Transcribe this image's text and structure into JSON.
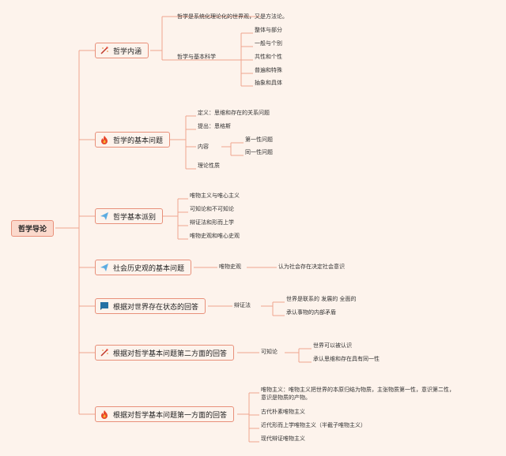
{
  "root": {
    "label": "哲学导论"
  },
  "branches": [
    {
      "label": "哲学内涵",
      "icon": "sparkle-icon",
      "items": [
        "哲学是系统化理论化的世界观，又是方法论。",
        "哲学与基本科学",
        "整体与部分",
        "一般与个别",
        "共性和个性",
        "普遍和特殊",
        "抽象和具体"
      ]
    },
    {
      "label": "哲学的基本问题",
      "icon": "fire-icon",
      "items": [
        "定义：思维和存在的关系问题",
        "提出：恩格斯",
        "内容",
        "第一性问题",
        "同一性问题",
        "理论性质"
      ]
    },
    {
      "label": "哲学基本派别",
      "icon": "paper-plane-icon",
      "items": [
        "唯物主义与唯心主义",
        "可知论和不可知论",
        "辩证法和形而上学",
        "唯物史观和唯心史观"
      ]
    },
    {
      "label": "社会历史观的基本问题",
      "icon": "paper-plane-icon",
      "items": [
        "唯物史观",
        "认为社会存在决定社会意识"
      ]
    },
    {
      "label": "根据对世界存在状态的回答",
      "icon": "flag-icon",
      "items": [
        "辩证法",
        "世界是联系的 发展的 全面的",
        "承认事物的内部矛盾"
      ]
    },
    {
      "label": "根据对哲学基本问题第二方面的回答",
      "icon": "sparkle-icon",
      "items": [
        "可知论",
        "世界可以被认识",
        "承认思维和存在具有同一性"
      ]
    },
    {
      "label": "根据对哲学基本问题第一方面的回答",
      "icon": "fire-icon",
      "items": [
        "唯物主义：唯物主义把世界的本原归结为物质，主张物质第一性，意识第二性，",
        "意识是物质的产物。",
        "古代朴素唯物主义",
        "近代形而上学唯物主义（半截子唯物主义）",
        "现代辩证唯物主义"
      ]
    }
  ],
  "colors": {
    "line": "#f0a58e",
    "border": "#e8907a",
    "root_fill": "#fbd9cc",
    "background": "#fdf3ec"
  }
}
